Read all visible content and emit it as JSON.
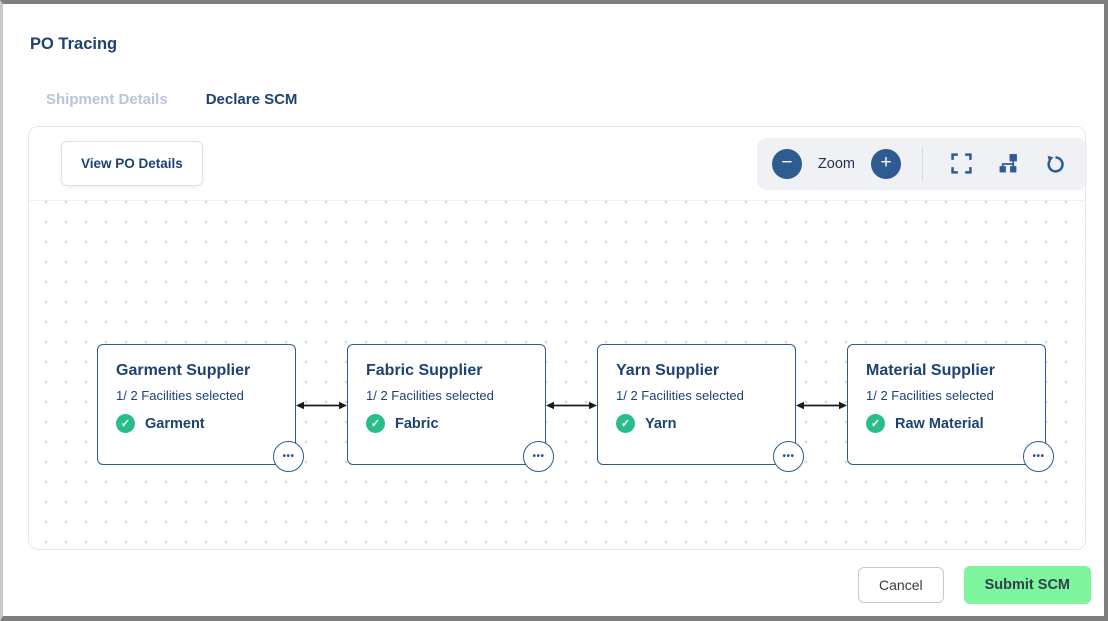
{
  "page": {
    "title": "PO Tracing"
  },
  "tabs": {
    "shipment_details": {
      "label": "Shipment Details",
      "active": false
    },
    "declare_scm": {
      "label": "Declare SCM",
      "active": true
    }
  },
  "toolbar": {
    "view_po_button": "View PO Details",
    "zoom": {
      "label": "Zoom",
      "minus_glyph": "−",
      "plus_glyph": "+"
    },
    "icons": [
      "fullscreen-icon",
      "hierarchy-layout-icon",
      "refresh-icon"
    ]
  },
  "nodes": [
    {
      "title": "Garment Supplier",
      "subtitle": "1/ 2 Facilities selected",
      "tag": "Garment",
      "check_glyph": "✓",
      "more_glyph": "•••"
    },
    {
      "title": "Fabric Supplier",
      "subtitle": "1/ 2 Facilities selected",
      "tag": "Fabric",
      "check_glyph": "✓",
      "more_glyph": "•••"
    },
    {
      "title": "Yarn Supplier",
      "subtitle": "1/ 2 Facilities selected",
      "tag": "Yarn",
      "check_glyph": "✓",
      "more_glyph": "•••"
    },
    {
      "title": "Material Supplier",
      "subtitle": "1/ 2 Facilities selected",
      "tag": "Raw Material",
      "check_glyph": "✓",
      "more_glyph": "•••"
    }
  ],
  "footer": {
    "cancel": "Cancel",
    "submit": "Submit SCM"
  },
  "colors": {
    "accent_blue": "#2e5c90",
    "text_navy": "#1d4272",
    "tab_inactive": "#b9c5d8",
    "check_green": "#29bd8e",
    "submit_green": "#7df49d"
  }
}
